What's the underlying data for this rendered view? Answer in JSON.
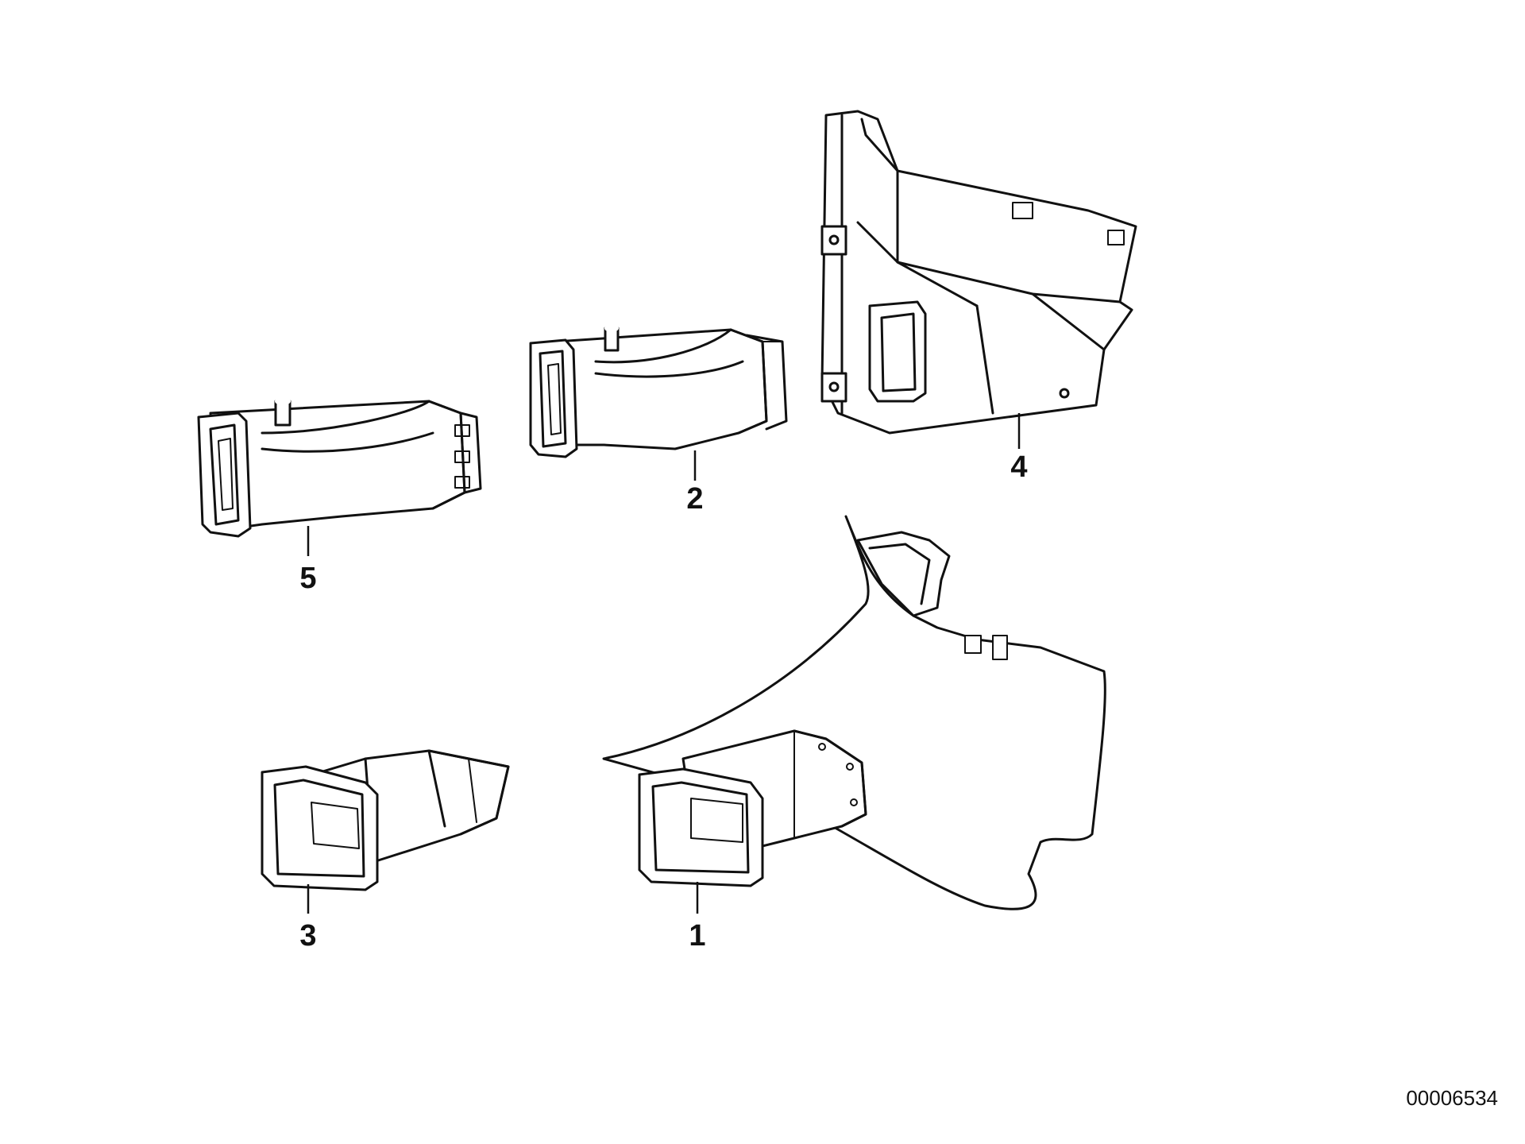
{
  "callouts": {
    "part1": "1",
    "part2": "2",
    "part3": "3",
    "part4": "4",
    "part5": "5"
  },
  "document_number": "00006534",
  "colors": {
    "line": "#111111",
    "background": "#ffffff"
  }
}
